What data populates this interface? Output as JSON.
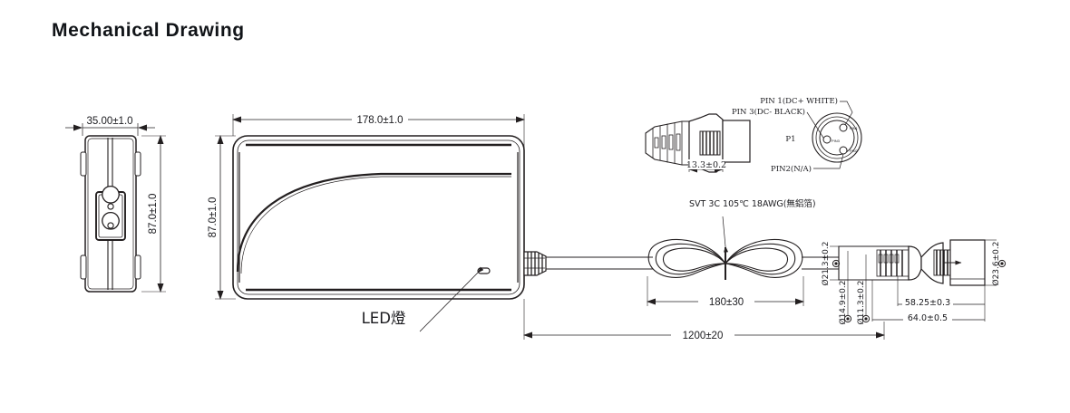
{
  "page": {
    "title": "Mechanical Drawing",
    "background_color": "#ffffff",
    "line_color": "#231f20",
    "text_color": "#1b1b1f"
  },
  "drawing": {
    "type": "mechanical-drawing",
    "subject": "AC/DC power adapter with DC output cable and AC input plug",
    "views": [
      {
        "name": "side-view",
        "label": "Adapter side view with figure-8 (C8) AC inlet socket"
      },
      {
        "name": "top-view",
        "label": "Adapter top view with LED indicator"
      },
      {
        "name": "dc-plug-detail",
        "label": "DC plug side view and pin-out face view"
      },
      {
        "name": "cable-assembly",
        "label": "Output cable with coil tie and AC plug"
      }
    ]
  },
  "dimensions": {
    "side_width": "35.00±1.0",
    "side_height": "87.0±1.0",
    "body_length": "178.0±1.0",
    "body_height": "87.0±1.0",
    "dc_plug_length": "13.3±0.2",
    "cable_coil": "180±30",
    "cable_total_length": "1200±20",
    "plug_dia_21_3": "Ø21.3±0.2",
    "plug_dia_14_9": "Ø14.9±0.2",
    "plug_dia_11_3": "Ø11.3±0.2",
    "plug_dia_23_6": "Ø23.6±0.2",
    "plug_len_58_25": "58.25±0.3",
    "plug_len_64_0": "64.0±0.5"
  },
  "annotations": {
    "led_label": "LED燈",
    "cable_spec": "SVT 3C 105℃ 18AWG(無鋁箔)",
    "pin1": "PIN 1(DC+ WHITE)",
    "pin3": "PIN 3(DC- BLACK)",
    "pin2": "PIN2(N/A)",
    "connector_ref": "P1"
  }
}
